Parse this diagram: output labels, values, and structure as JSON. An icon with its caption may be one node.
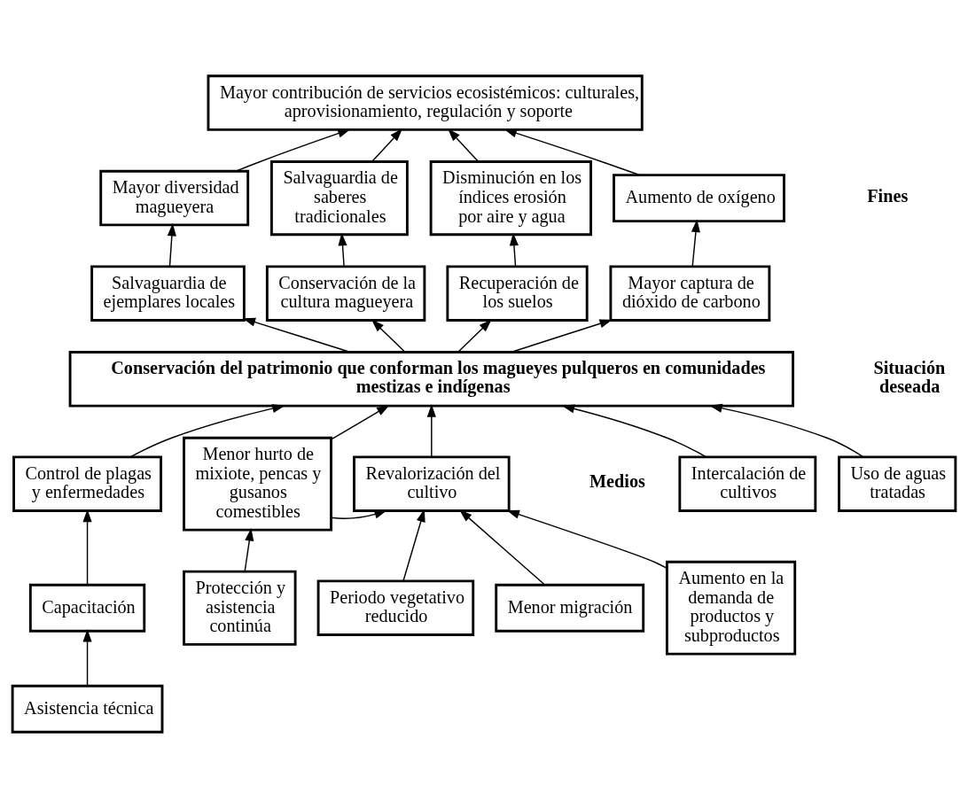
{
  "diagram": {
    "nodes": [
      {
        "text": [
          "Mayor contribución de servicios ecosistémicos: culturales, aprovisionamiento, regulación y soporte"
        ]
      },
      {
        "text": [
          "Mayor diversidad magueyera"
        ]
      },
      {
        "text": [
          "Salvaguardia de saberes tradicionales"
        ]
      },
      {
        "text": [
          "Disminución en los índices erosión por aire y agua"
        ]
      },
      {
        "text": [
          "Aumento de oxígeno"
        ]
      },
      {
        "text": [
          "Salvaguardia de ejemplares locales"
        ]
      },
      {
        "text": [
          "Conservación de la cultura magueyera"
        ]
      },
      {
        "text": [
          "Recuperación de los suelos"
        ]
      },
      {
        "text": [
          "Mayor captura de dióxido de carbono"
        ]
      },
      {
        "text": [
          "Conservación del patrimonio que conforman los magueyes pulqueros en comunidades mestizas e indígenas"
        ]
      },
      {
        "text": [
          "Control de plagas y enfermedades"
        ]
      },
      {
        "text": [
          "Menor hurto de mixiote, pencas y gusanos comestibles"
        ]
      },
      {
        "text": [
          "Revalorización del cultivo"
        ]
      },
      {
        "text": [
          "Intercalación de cultivos"
        ]
      },
      {
        "text": [
          "Uso de aguas tratadas"
        ]
      },
      {
        "text": [
          "Capacitación"
        ]
      },
      {
        "text": [
          "Protección y asistencia continúa"
        ]
      },
      {
        "text": [
          "Periodo vegetativo reducido"
        ]
      },
      {
        "text": [
          "Menor migración"
        ]
      },
      {
        "text": [
          "Asistencia técnica"
        ]
      },
      {
        "text": [
          "Aumento en la demanda de productos y subproductos"
        ]
      }
    ],
    "edges": [
      {
        "from": 1,
        "to": 0,
        "arrow": "to"
      },
      {
        "from": 2,
        "to": 0,
        "arrow": "to"
      },
      {
        "from": 3,
        "to": 0,
        "arrow": "to"
      },
      {
        "from": 4,
        "to": 0,
        "arrow": "to"
      },
      {
        "from": 5,
        "to": 1,
        "arrow": "to"
      },
      {
        "from": 6,
        "to": 2,
        "arrow": "to"
      },
      {
        "from": 7,
        "to": 3,
        "arrow": "to"
      },
      {
        "from": 8,
        "to": 4,
        "arrow": "to"
      },
      {
        "from": 9,
        "to": 5,
        "arrow": "to"
      },
      {
        "from": 9,
        "to": 6,
        "arrow": "to"
      },
      {
        "from": 9,
        "to": 7,
        "arrow": "to"
      },
      {
        "from": 9,
        "to": 8,
        "arrow": "to"
      },
      {
        "from": 10,
        "to": 9,
        "arrow": "to"
      },
      {
        "from": 11,
        "to": 9,
        "arrow": "to"
      },
      {
        "from": 12,
        "to": 9,
        "arrow": "to"
      },
      {
        "from": 13,
        "to": 9,
        "arrow": "to"
      },
      {
        "from": 14,
        "to": 9,
        "arrow": "to"
      },
      {
        "from": 11,
        "to": 12,
        "arrow": "to"
      },
      {
        "from": 15,
        "to": 10,
        "arrow": "to"
      },
      {
        "from": 16,
        "to": 11,
        "arrow": "to"
      },
      {
        "from": 17,
        "to": 12,
        "arrow": "to"
      },
      {
        "from": 18,
        "to": 12,
        "arrow": "to"
      },
      {
        "from": 20,
        "to": 12,
        "arrow": "to"
      },
      {
        "from": 19,
        "to": 15,
        "arrow": "to"
      }
    ],
    "labels": [
      "Fines",
      "Situación deseada",
      "Medios"
    ]
  }
}
